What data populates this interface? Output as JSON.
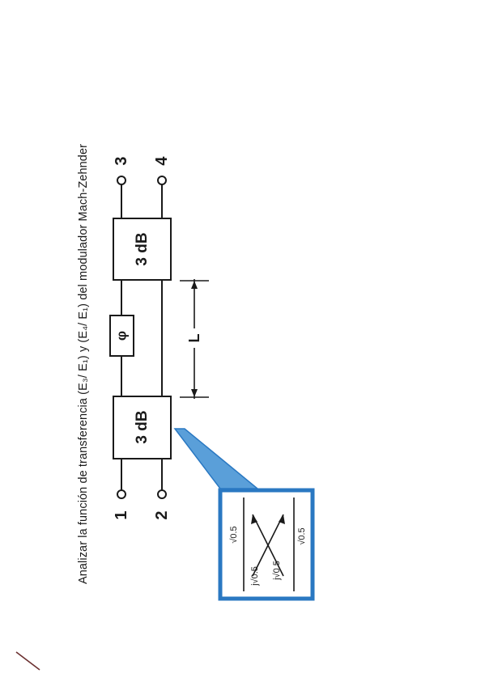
{
  "title": "Analizar la función de transferencia (E₃/ E₁) y (E₄/ E₁) del modulador Mach-Zehnder",
  "ports": {
    "p1": "1",
    "p2": "2",
    "p3": "3",
    "p4": "4"
  },
  "couplers": {
    "left_label": "3 dB",
    "right_label": "3 dB"
  },
  "phase_label": "φ",
  "length_label": "L",
  "inset": {
    "top_left": "√0.5",
    "top_right": "j√0.5",
    "bottom_left": "j√0.5",
    "bottom_right": "√0.5"
  },
  "colors": {
    "inset_border": "#2a78c2",
    "inset_fill": "#5a9fd9",
    "line": "#1a1a1a"
  }
}
